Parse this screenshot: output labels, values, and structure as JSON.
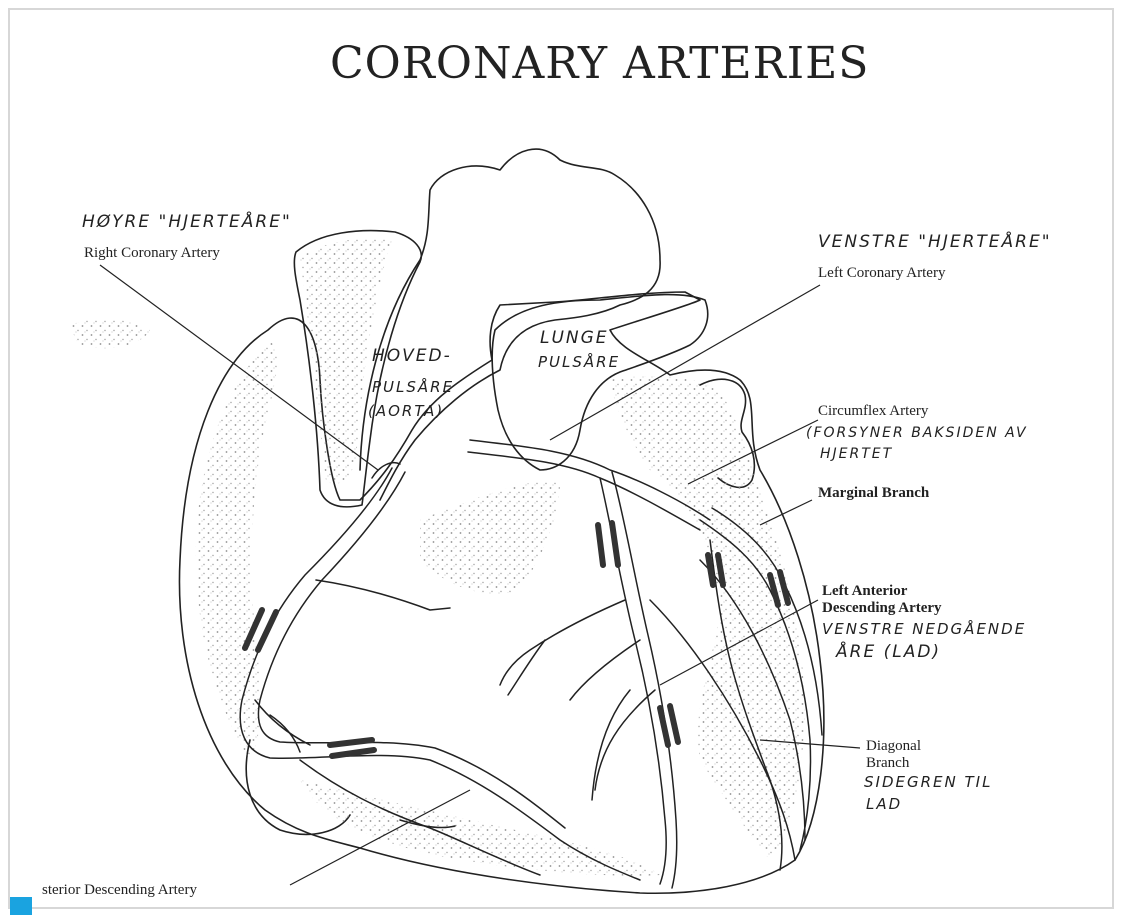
{
  "title": "CORONARY ARTERIES",
  "labels": {
    "right_no": "HØYRE \"HJERTEÅRE\"",
    "right_en": "Right Coronary Artery",
    "left_no": "VENSTRE \"HJERTEÅRE\"",
    "left_en": "Left Coronary Artery",
    "aorta_1": "HOVED-",
    "aorta_2": "PULSÅRE",
    "aorta_3": "(AORTA)",
    "lunge_1": "LUNGE",
    "lunge_2": "PULSÅRE",
    "circumflex_en": "Circumflex Artery",
    "circumflex_no_1": "(FORSYNER BAKSIDEN AV",
    "circumflex_no_2": "HJERTET",
    "marginal_en": "Marginal Branch",
    "lad_en_1": "Left Anterior",
    "lad_en_2": "Descending Artery",
    "lad_no_1": "VENSTRE NEDGÅENDE",
    "lad_no_2": "ÅRE (LAD)",
    "diag_en_1": "Diagonal",
    "diag_en_2": "Branch",
    "diag_no_1": "SIDEGREN TIL",
    "diag_no_2": "LAD",
    "posterior_en": "sterior Descending Artery"
  },
  "colors": {
    "ink": "#222222",
    "stipple": "#9a9a9a",
    "corner": "#1aa3e0"
  }
}
